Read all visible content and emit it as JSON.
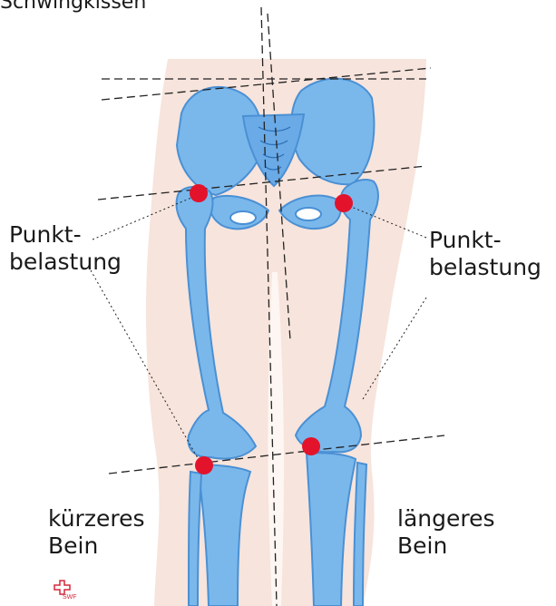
{
  "caption": "Schwingkissen",
  "labels": {
    "left_point": [
      "Punkt-",
      "belastung"
    ],
    "right_point": [
      "Punkt-",
      "belastung"
    ],
    "short_leg": [
      "kürzeres",
      "Bein"
    ],
    "long_leg": [
      "längeres",
      "Bein"
    ]
  },
  "logo_text": "SWF",
  "colors": {
    "bone": "#7ab8ec",
    "bone_dark": "#4a90d4",
    "skin": "#f7e4dc",
    "contact_point": "#e3132b",
    "lines": "#222222",
    "logo": "#d4283a"
  }
}
